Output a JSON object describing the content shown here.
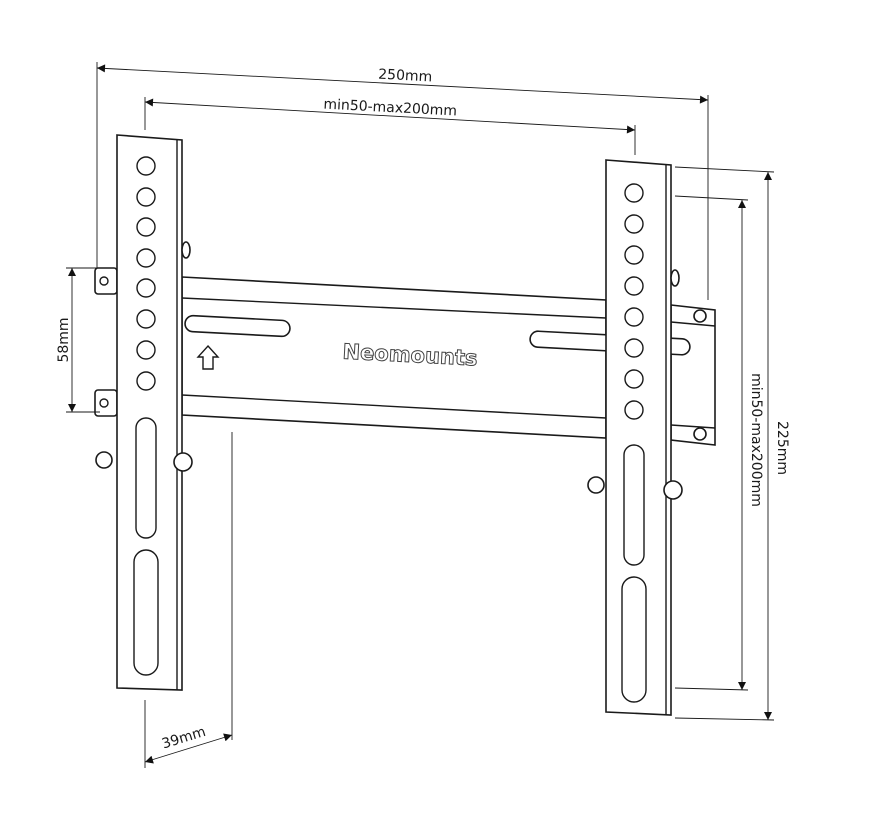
{
  "diagram": {
    "brand_logo": "Neomounts",
    "dimensions": {
      "overall_width": "250mm",
      "vesa_horizontal": "min50-max200mm",
      "rail_height": "58mm",
      "depth": "39mm",
      "overall_height": "225mm",
      "vesa_vertical": "min50-max200mm"
    }
  }
}
